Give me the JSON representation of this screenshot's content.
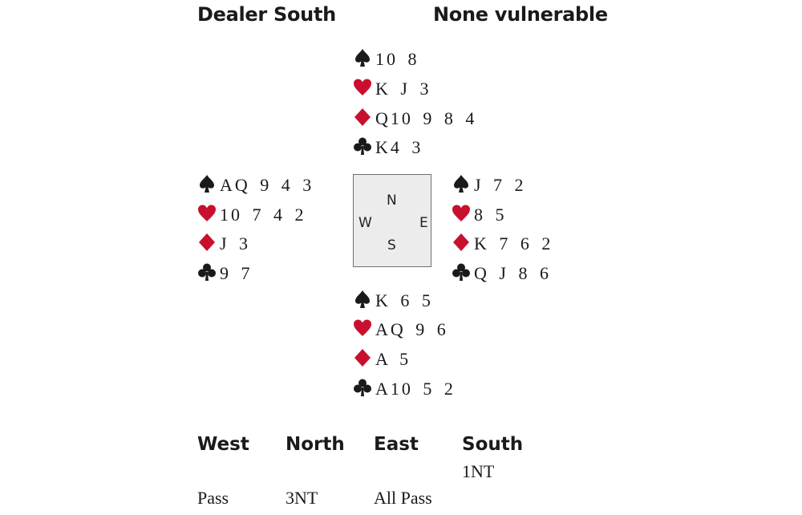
{
  "header": {
    "dealer": "Dealer South",
    "vulnerability": "None vulnerable"
  },
  "colors": {
    "black_suit": "#1a1a1a",
    "red_suit": "#c8102e"
  },
  "hands": {
    "north": {
      "spades": "10 8",
      "hearts": "K J 3",
      "diamonds": "Q10 9 8 4",
      "clubs": "K4 3"
    },
    "west": {
      "spades": "AQ 9 4 3",
      "hearts": "10 7 4 2",
      "diamonds": "J 3",
      "clubs": "9 7"
    },
    "east": {
      "spades": "J 7 2",
      "hearts": "8 5",
      "diamonds": "K 7 6 2",
      "clubs": "Q J 8 6"
    },
    "south": {
      "spades": "K 6 5",
      "hearts": "AQ 9 6",
      "diamonds": "A 5",
      "clubs": "A10 5 2"
    }
  },
  "compass": {
    "n": "N",
    "w": "W",
    "e": "E",
    "s": "S"
  },
  "auction": {
    "headers": [
      "West",
      "North",
      "East",
      "South"
    ],
    "rows": [
      [
        "",
        "",
        "",
        "1NT"
      ],
      [
        "Pass",
        "3NT",
        "All Pass",
        ""
      ]
    ]
  }
}
